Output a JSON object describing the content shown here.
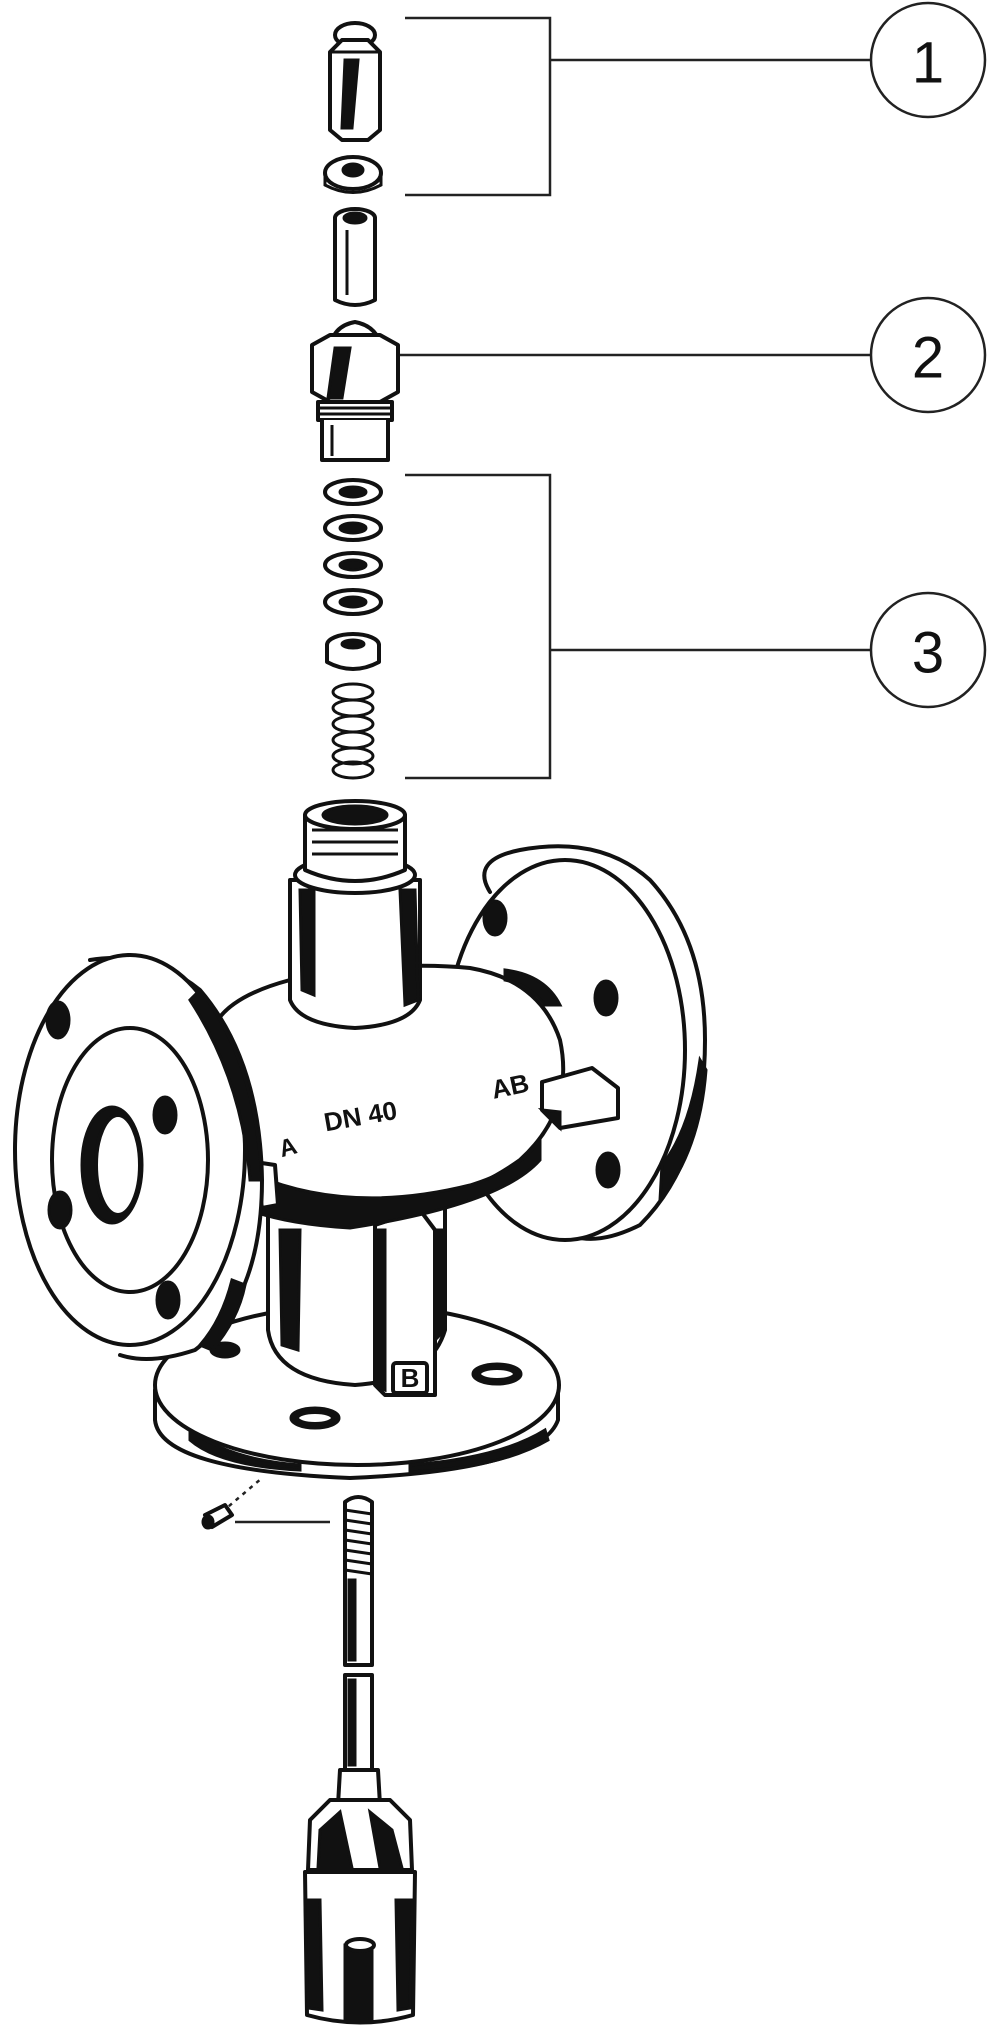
{
  "callouts": [
    {
      "label": "1"
    },
    {
      "label": "2"
    },
    {
      "label": "3"
    }
  ],
  "valve_labels": {
    "nominal_size": "DN 40",
    "port_a": "A",
    "port_ab": "AB",
    "port_b": "B"
  },
  "colors": {
    "ink": "#111111",
    "background": "#ffffff"
  }
}
